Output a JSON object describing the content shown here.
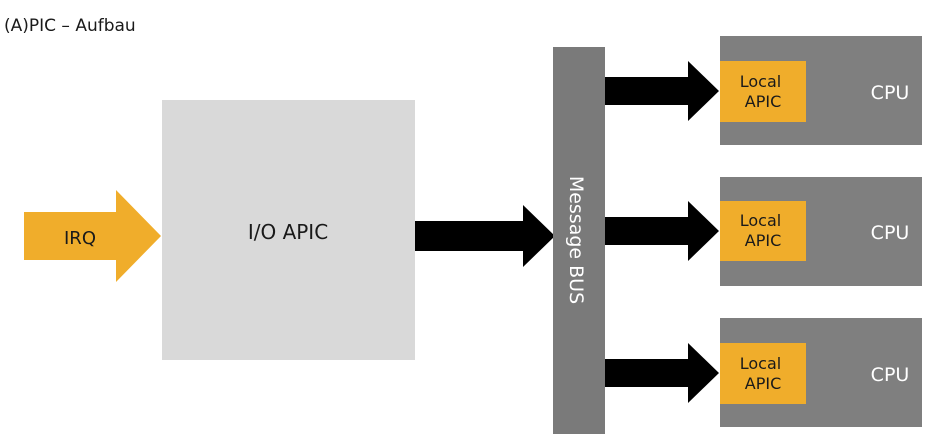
{
  "title": "(A)PIC – Aufbau",
  "irq": {
    "label": "IRQ"
  },
  "io_apic": {
    "label": "I/O APIC"
  },
  "bus": {
    "label": "Message BUS"
  },
  "cpus": [
    {
      "label": "CPU",
      "local_apic": [
        "Local",
        "APIC"
      ]
    },
    {
      "label": "CPU",
      "local_apic": [
        "Local",
        "APIC"
      ]
    },
    {
      "label": "CPU",
      "local_apic": [
        "Local",
        "APIC"
      ]
    }
  ],
  "colors": {
    "accent": "#f0ad2b",
    "io_box": "#d9d9d9",
    "bus": "#7a7a7a",
    "cpu": "#7f7f7f",
    "arrow": "#000000",
    "text_dark": "#1a1a1a",
    "text_light": "#ffffff"
  }
}
